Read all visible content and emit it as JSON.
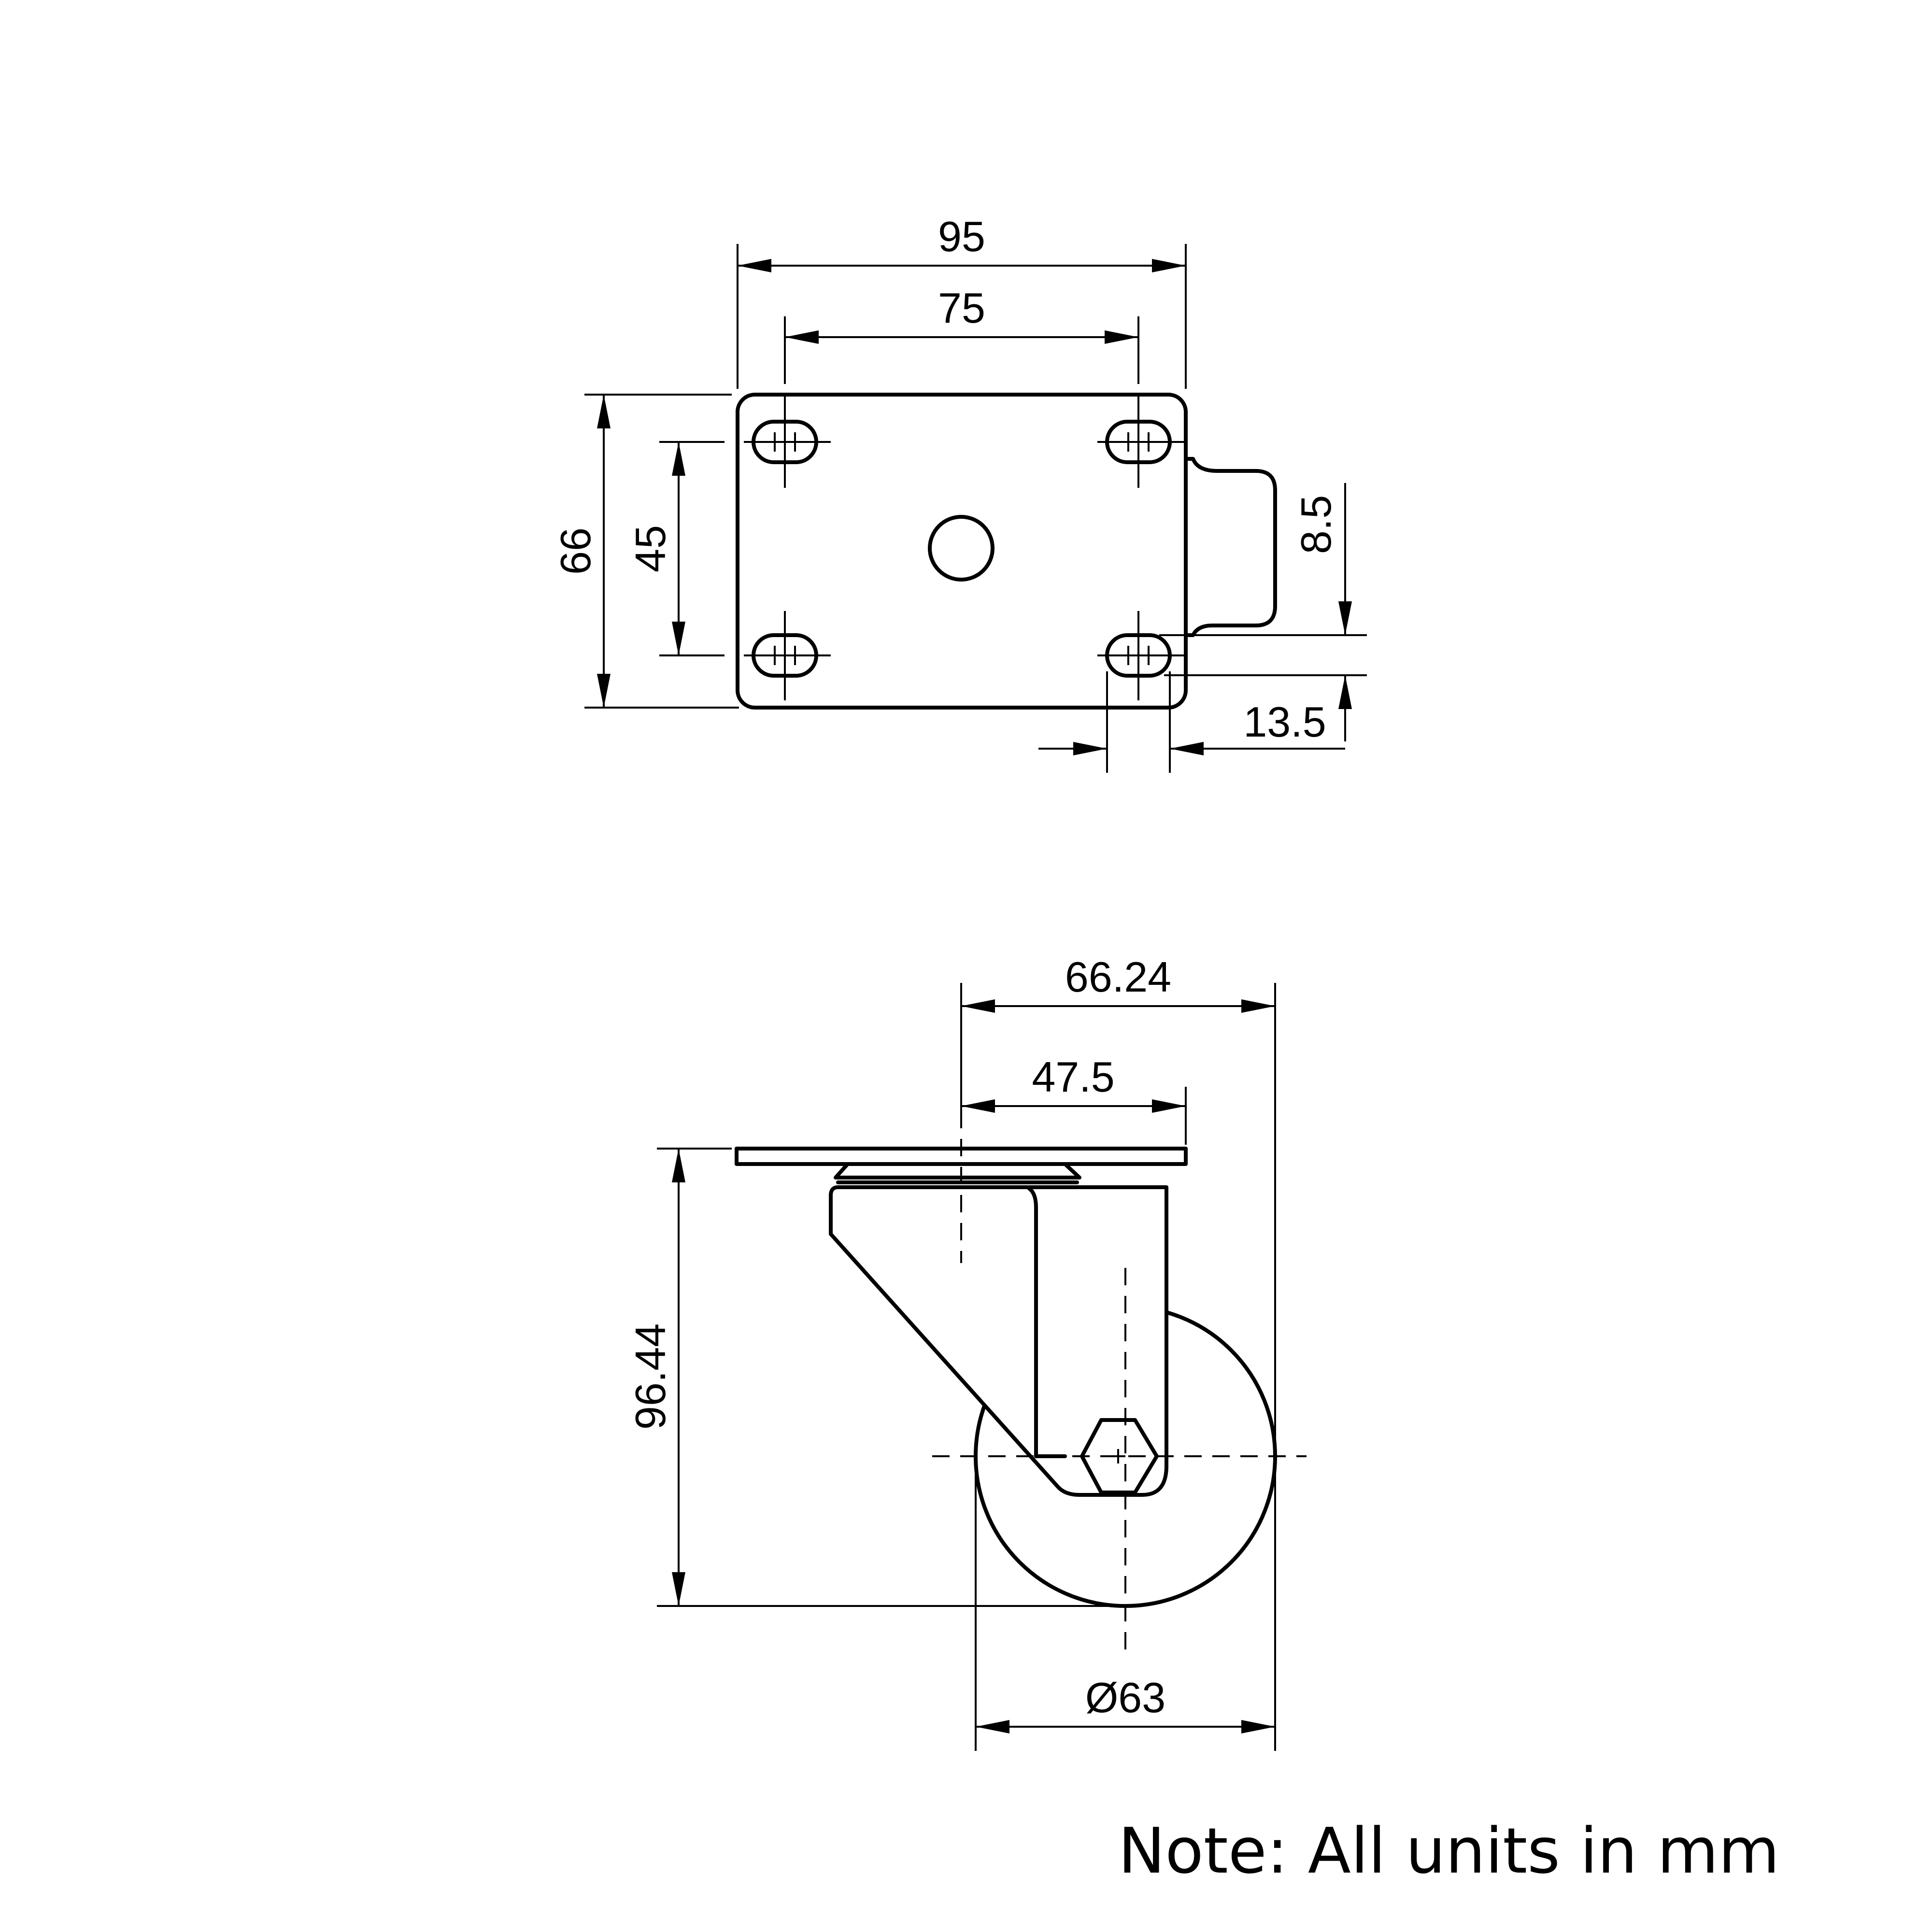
{
  "top_view": {
    "dims": {
      "overall_width": "95",
      "hole_spacing_x": "75",
      "overall_height": "66",
      "hole_spacing_y": "45",
      "brake_offset": "8.5",
      "slot_length": "13.5"
    }
  },
  "side_view": {
    "dims": {
      "total_width": "66.24",
      "offset": "47.5",
      "total_height": "96.44",
      "wheel_diameter": "Ø63"
    }
  },
  "note": "Note: All units in mm"
}
